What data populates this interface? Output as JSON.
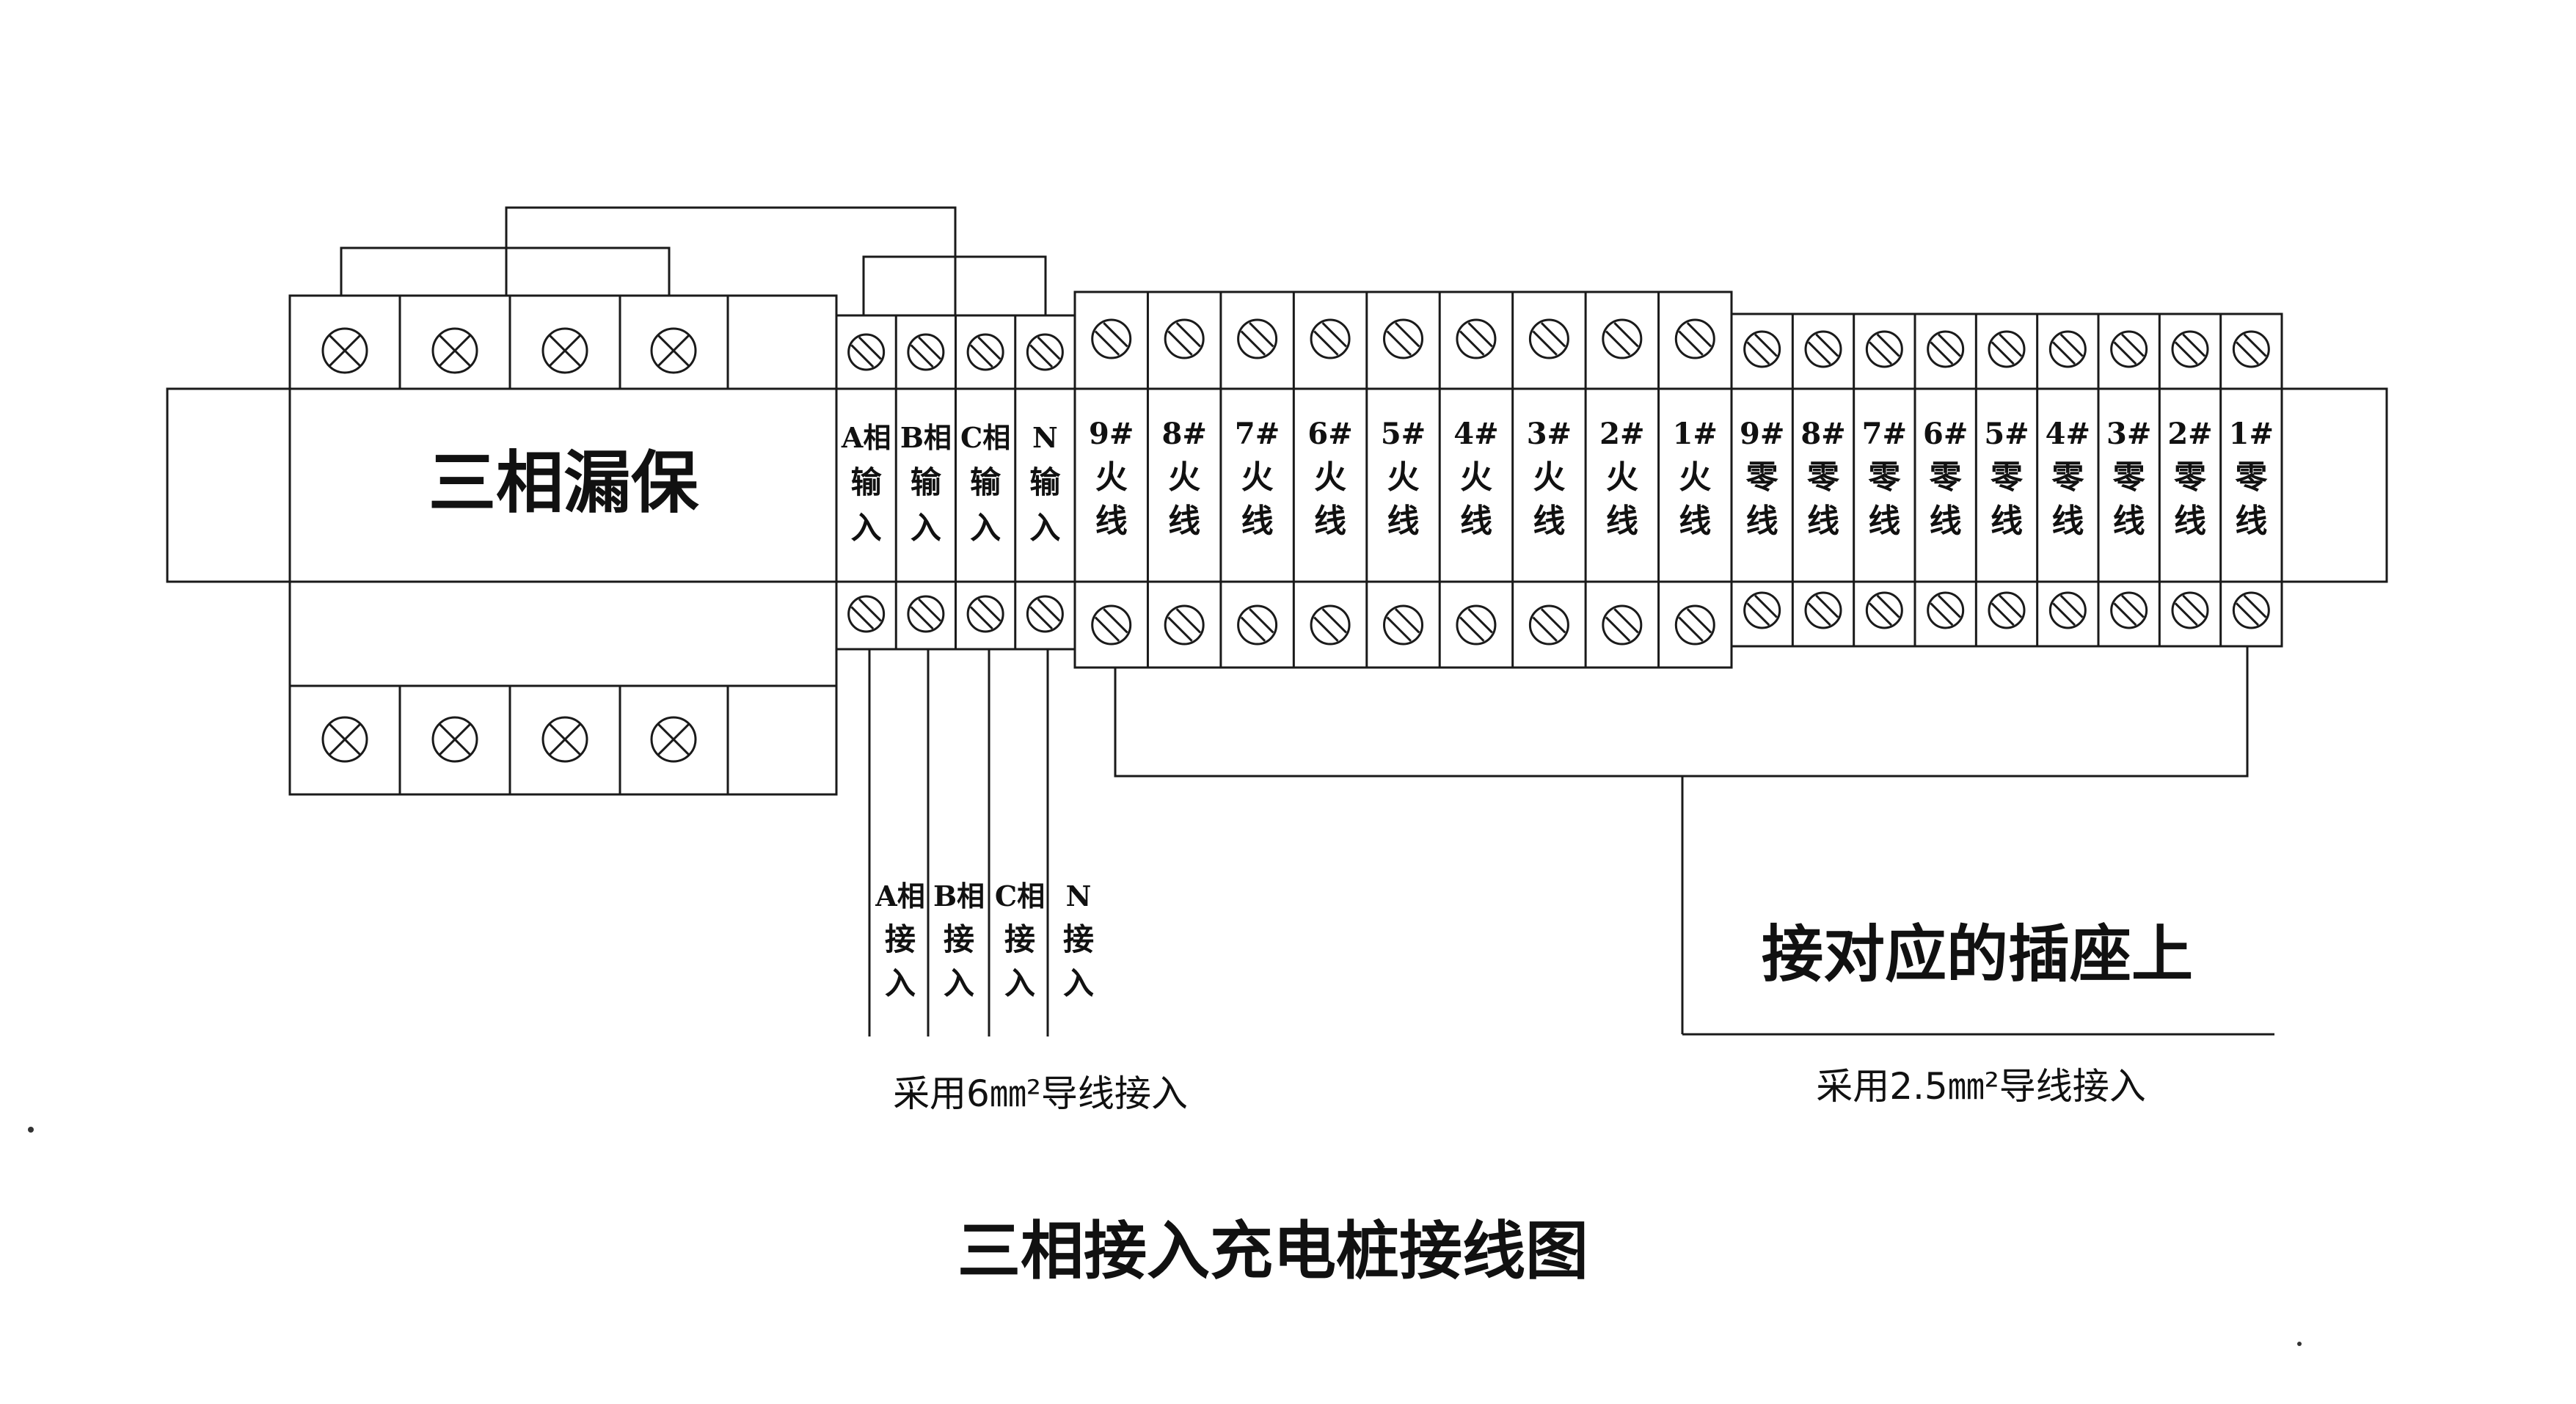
{
  "breaker": {
    "label": "三相漏保"
  },
  "input_terminals": [
    [
      "A相",
      "输",
      "入"
    ],
    [
      "B相",
      "输",
      "入"
    ],
    [
      "C相",
      "输",
      "入"
    ],
    [
      "N",
      "输",
      "入"
    ]
  ],
  "live_terminals": [
    [
      "9#",
      "火",
      "线"
    ],
    [
      "8#",
      "火",
      "线"
    ],
    [
      "7#",
      "火",
      "线"
    ],
    [
      "6#",
      "火",
      "线"
    ],
    [
      "5#",
      "火",
      "线"
    ],
    [
      "4#",
      "火",
      "线"
    ],
    [
      "3#",
      "火",
      "线"
    ],
    [
      "2#",
      "火",
      "线"
    ],
    [
      "1#",
      "火",
      "线"
    ]
  ],
  "neutral_terminals": [
    [
      "9#",
      "零",
      "线"
    ],
    [
      "8#",
      "零",
      "线"
    ],
    [
      "7#",
      "零",
      "线"
    ],
    [
      "6#",
      "零",
      "线"
    ],
    [
      "5#",
      "零",
      "线"
    ],
    [
      "4#",
      "零",
      "线"
    ],
    [
      "3#",
      "零",
      "线"
    ],
    [
      "2#",
      "零",
      "线"
    ],
    [
      "1#",
      "零",
      "线"
    ]
  ],
  "feed_labels": [
    [
      "A相",
      "接",
      "入"
    ],
    [
      "B相",
      "接",
      "入"
    ],
    [
      "C相",
      "接",
      "入"
    ],
    [
      "N",
      "接",
      "入"
    ]
  ],
  "socket_note": "接对应的插座上",
  "wire_note_left": "采用6㎜²导线接入",
  "wire_note_right": "采用2.5㎜²导线接入",
  "title": "三相接入充电桩接线图"
}
